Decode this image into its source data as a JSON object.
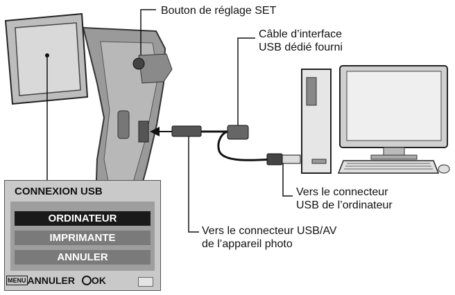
{
  "labels": {
    "set_button": "Bouton de réglage SET",
    "cable_line1": "Câble d’interface",
    "cable_line2": "USB dédié fourni",
    "computer_conn_line1": "Vers le connecteur",
    "computer_conn_line2": "USB de l’ordinateur",
    "camera_conn_line1": "Vers le connecteur USB/AV",
    "camera_conn_line2": "de l’appareil photo"
  },
  "usb_menu": {
    "title": "CONNEXION USB",
    "options": [
      "ORDINATEUR",
      "IMPRIMANTE",
      "ANNULER"
    ],
    "selected_index": 0,
    "footer_key": "MENU",
    "footer_cancel": "ANNULER",
    "footer_ok": "OK"
  }
}
